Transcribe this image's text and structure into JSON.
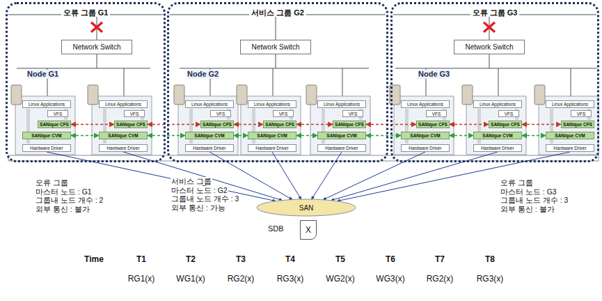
{
  "diagram": {
    "nodes": [
      {
        "text": [
          "오류 그룹 G1"
        ]
      },
      {
        "text": [
          "Network Switch"
        ],
        "in": 0
      },
      {
        "text": [
          "Linux Applications"
        ],
        "in": 0
      },
      {
        "text": [
          "VFS"
        ],
        "in": 0
      },
      {
        "text": [
          "SANique CFS"
        ],
        "in": 0
      },
      {
        "text": [
          "SANique CVM"
        ],
        "in": 0
      },
      {
        "text": [
          "Hardware Driver"
        ],
        "in": 0
      },
      {
        "text": [
          "Linux Applications"
        ],
        "in": 0
      },
      {
        "text": [
          "VFS"
        ],
        "in": 0
      },
      {
        "text": [
          "SANique CFS"
        ],
        "in": 0
      },
      {
        "text": [
          "SANique CVM"
        ],
        "in": 0
      },
      {
        "text": [
          "Hardware Driver"
        ],
        "in": 0
      },
      {
        "text": [
          "서비스 그룹 G2"
        ]
      },
      {
        "text": [
          "Network Switch"
        ],
        "in": 12
      },
      {
        "text": [
          "Linux Applications"
        ],
        "in": 12
      },
      {
        "text": [
          "VFS"
        ],
        "in": 12
      },
      {
        "text": [
          "SANique CFS"
        ],
        "in": 12
      },
      {
        "text": [
          "SANique CVM"
        ],
        "in": 12
      },
      {
        "text": [
          "Hardware Driver"
        ],
        "in": 12
      },
      {
        "text": [
          "Linux Applications"
        ],
        "in": 12
      },
      {
        "text": [
          "VFS"
        ],
        "in": 12
      },
      {
        "text": [
          "SANique CFS"
        ],
        "in": 12
      },
      {
        "text": [
          "SANique CVM"
        ],
        "in": 12
      },
      {
        "text": [
          "Hardware Driver"
        ],
        "in": 12
      },
      {
        "text": [
          "Linux Applications"
        ],
        "in": 12
      },
      {
        "text": [
          "VFS"
        ],
        "in": 12
      },
      {
        "text": [
          "SANique CFS"
        ],
        "in": 12
      },
      {
        "text": [
          "SANique CVM"
        ],
        "in": 12
      },
      {
        "text": [
          "Hardware Driver"
        ],
        "in": 12
      },
      {
        "text": [
          "오류 그룹 G3"
        ]
      },
      {
        "text": [
          "Network Switch"
        ],
        "in": 29
      },
      {
        "text": [
          "Linux Applications"
        ],
        "in": 29
      },
      {
        "text": [
          "VFS"
        ],
        "in": 29
      },
      {
        "text": [
          "SANique CFS"
        ],
        "in": 29
      },
      {
        "text": [
          "SANique CVM"
        ],
        "in": 29
      },
      {
        "text": [
          "Hardware Driver"
        ],
        "in": 29
      },
      {
        "text": [
          "Linux Applications"
        ],
        "in": 29
      },
      {
        "text": [
          "VFS"
        ],
        "in": 29
      },
      {
        "text": [
          "SANique CFS"
        ],
        "in": 29
      },
      {
        "text": [
          "SANique CVM"
        ],
        "in": 29
      },
      {
        "text": [
          "Hardware Driver"
        ],
        "in": 29
      },
      {
        "text": [
          "Linux Applications"
        ],
        "in": 29
      },
      {
        "text": [
          "VFS"
        ],
        "in": 29
      },
      {
        "text": [
          "SANique CFS"
        ],
        "in": 29
      },
      {
        "text": [
          "SANique CVM"
        ],
        "in": 29
      },
      {
        "text": [
          "Hardware Driver"
        ],
        "in": 29
      },
      {
        "text": [
          "SAN"
        ]
      },
      {
        "text": [
          "SDB",
          "X"
        ]
      }
    ],
    "edges": [
      {
        "from": 4,
        "to": 9,
        "arrow": "both"
      },
      {
        "from": 9,
        "to": 16,
        "arrow": "both"
      },
      {
        "from": 16,
        "to": 21,
        "arrow": "both"
      },
      {
        "from": 21,
        "to": 26,
        "arrow": "both"
      },
      {
        "from": 26,
        "to": 33,
        "arrow": "both"
      },
      {
        "from": 33,
        "to": 38,
        "arrow": "both"
      },
      {
        "from": 38,
        "to": 43,
        "arrow": "both"
      },
      {
        "from": 5,
        "to": 10,
        "arrow": "both"
      },
      {
        "from": 10,
        "to": 17,
        "arrow": "both"
      },
      {
        "from": 17,
        "to": 22,
        "arrow": "both"
      },
      {
        "from": 22,
        "to": 27,
        "arrow": "both"
      },
      {
        "from": 27,
        "to": 34,
        "arrow": "both"
      },
      {
        "from": 34,
        "to": 39,
        "arrow": "both"
      },
      {
        "from": 39,
        "to": 44,
        "arrow": "both"
      },
      {
        "from": 6,
        "to": 46,
        "arrow": "to"
      },
      {
        "from": 11,
        "to": 46,
        "arrow": "to"
      },
      {
        "from": 18,
        "to": 46,
        "arrow": "to"
      },
      {
        "from": 23,
        "to": 46,
        "arrow": "to"
      },
      {
        "from": 28,
        "to": 46,
        "arrow": "to"
      },
      {
        "from": 35,
        "to": 46,
        "arrow": "to"
      },
      {
        "from": 40,
        "to": 46,
        "arrow": "to"
      },
      {
        "from": 45,
        "to": 46,
        "arrow": "to"
      }
    ],
    "labels": [
      "Node G1",
      "Node G2",
      "Node G3",
      "오류 그룹",
      "마스터 노드 : G1",
      "그룹내 노드 개수 : 2",
      "외부 통신 : 불가",
      "서비스 그룹",
      "마스터 노드 : G2",
      "그룹내 노드 개수 : 3",
      "외부 통신 : 가능",
      "오류 그룹",
      "마스터 노드 : G3",
      "그룹내 노드 개수 : 3",
      "외부 통신 : 불가",
      "Time",
      "T1",
      "T2",
      "T3",
      "T4",
      "T5",
      "T6",
      "T7",
      "T8",
      "RG1(x)",
      "WG1(x)",
      "RG2(x)",
      "RG3(x)",
      "WG2(x)",
      "WG3(x)",
      "RG2(x)",
      "RG3(x)"
    ]
  }
}
